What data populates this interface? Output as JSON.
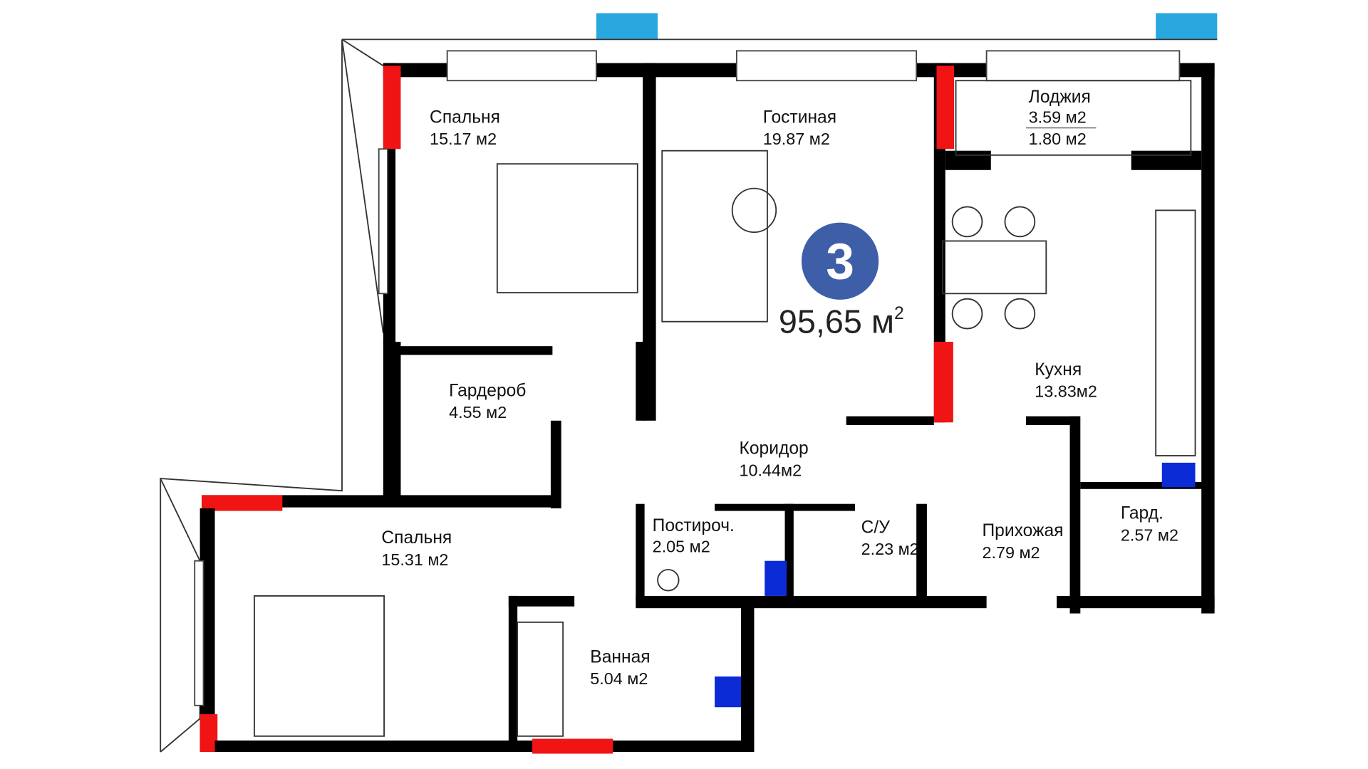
{
  "plan": {
    "room_count": "3",
    "total_area": "95,65 м",
    "total_area_sup": "2",
    "colors": {
      "badge": "#3f5ea8",
      "ac_unit": "#29a8e0",
      "bearing_wall": "#f01414",
      "shaft": "#0a2bd6"
    },
    "rooms": [
      {
        "name": "Спальня",
        "area": "15.17 м2"
      },
      {
        "name": "Гостиная",
        "area": "19.87 м2"
      },
      {
        "name": "Лоджия",
        "area": "3.59 м2",
        "area2": "1.80 м2"
      },
      {
        "name": "Гардероб",
        "area": "4.55 м2"
      },
      {
        "name": "Кухня",
        "area": "13.83м2"
      },
      {
        "name": "Коридор",
        "area": "10.44м2"
      },
      {
        "name": "Спальня",
        "area": "15.31 м2"
      },
      {
        "name": "Постироч.",
        "area": "2.05 м2"
      },
      {
        "name": "С/У",
        "area": "2.23 м2"
      },
      {
        "name": "Прихожая",
        "area": "2.79 м2"
      },
      {
        "name": "Гард.",
        "area": "2.57 м2"
      },
      {
        "name": "Ванная",
        "area": "5.04 м2"
      }
    ]
  }
}
